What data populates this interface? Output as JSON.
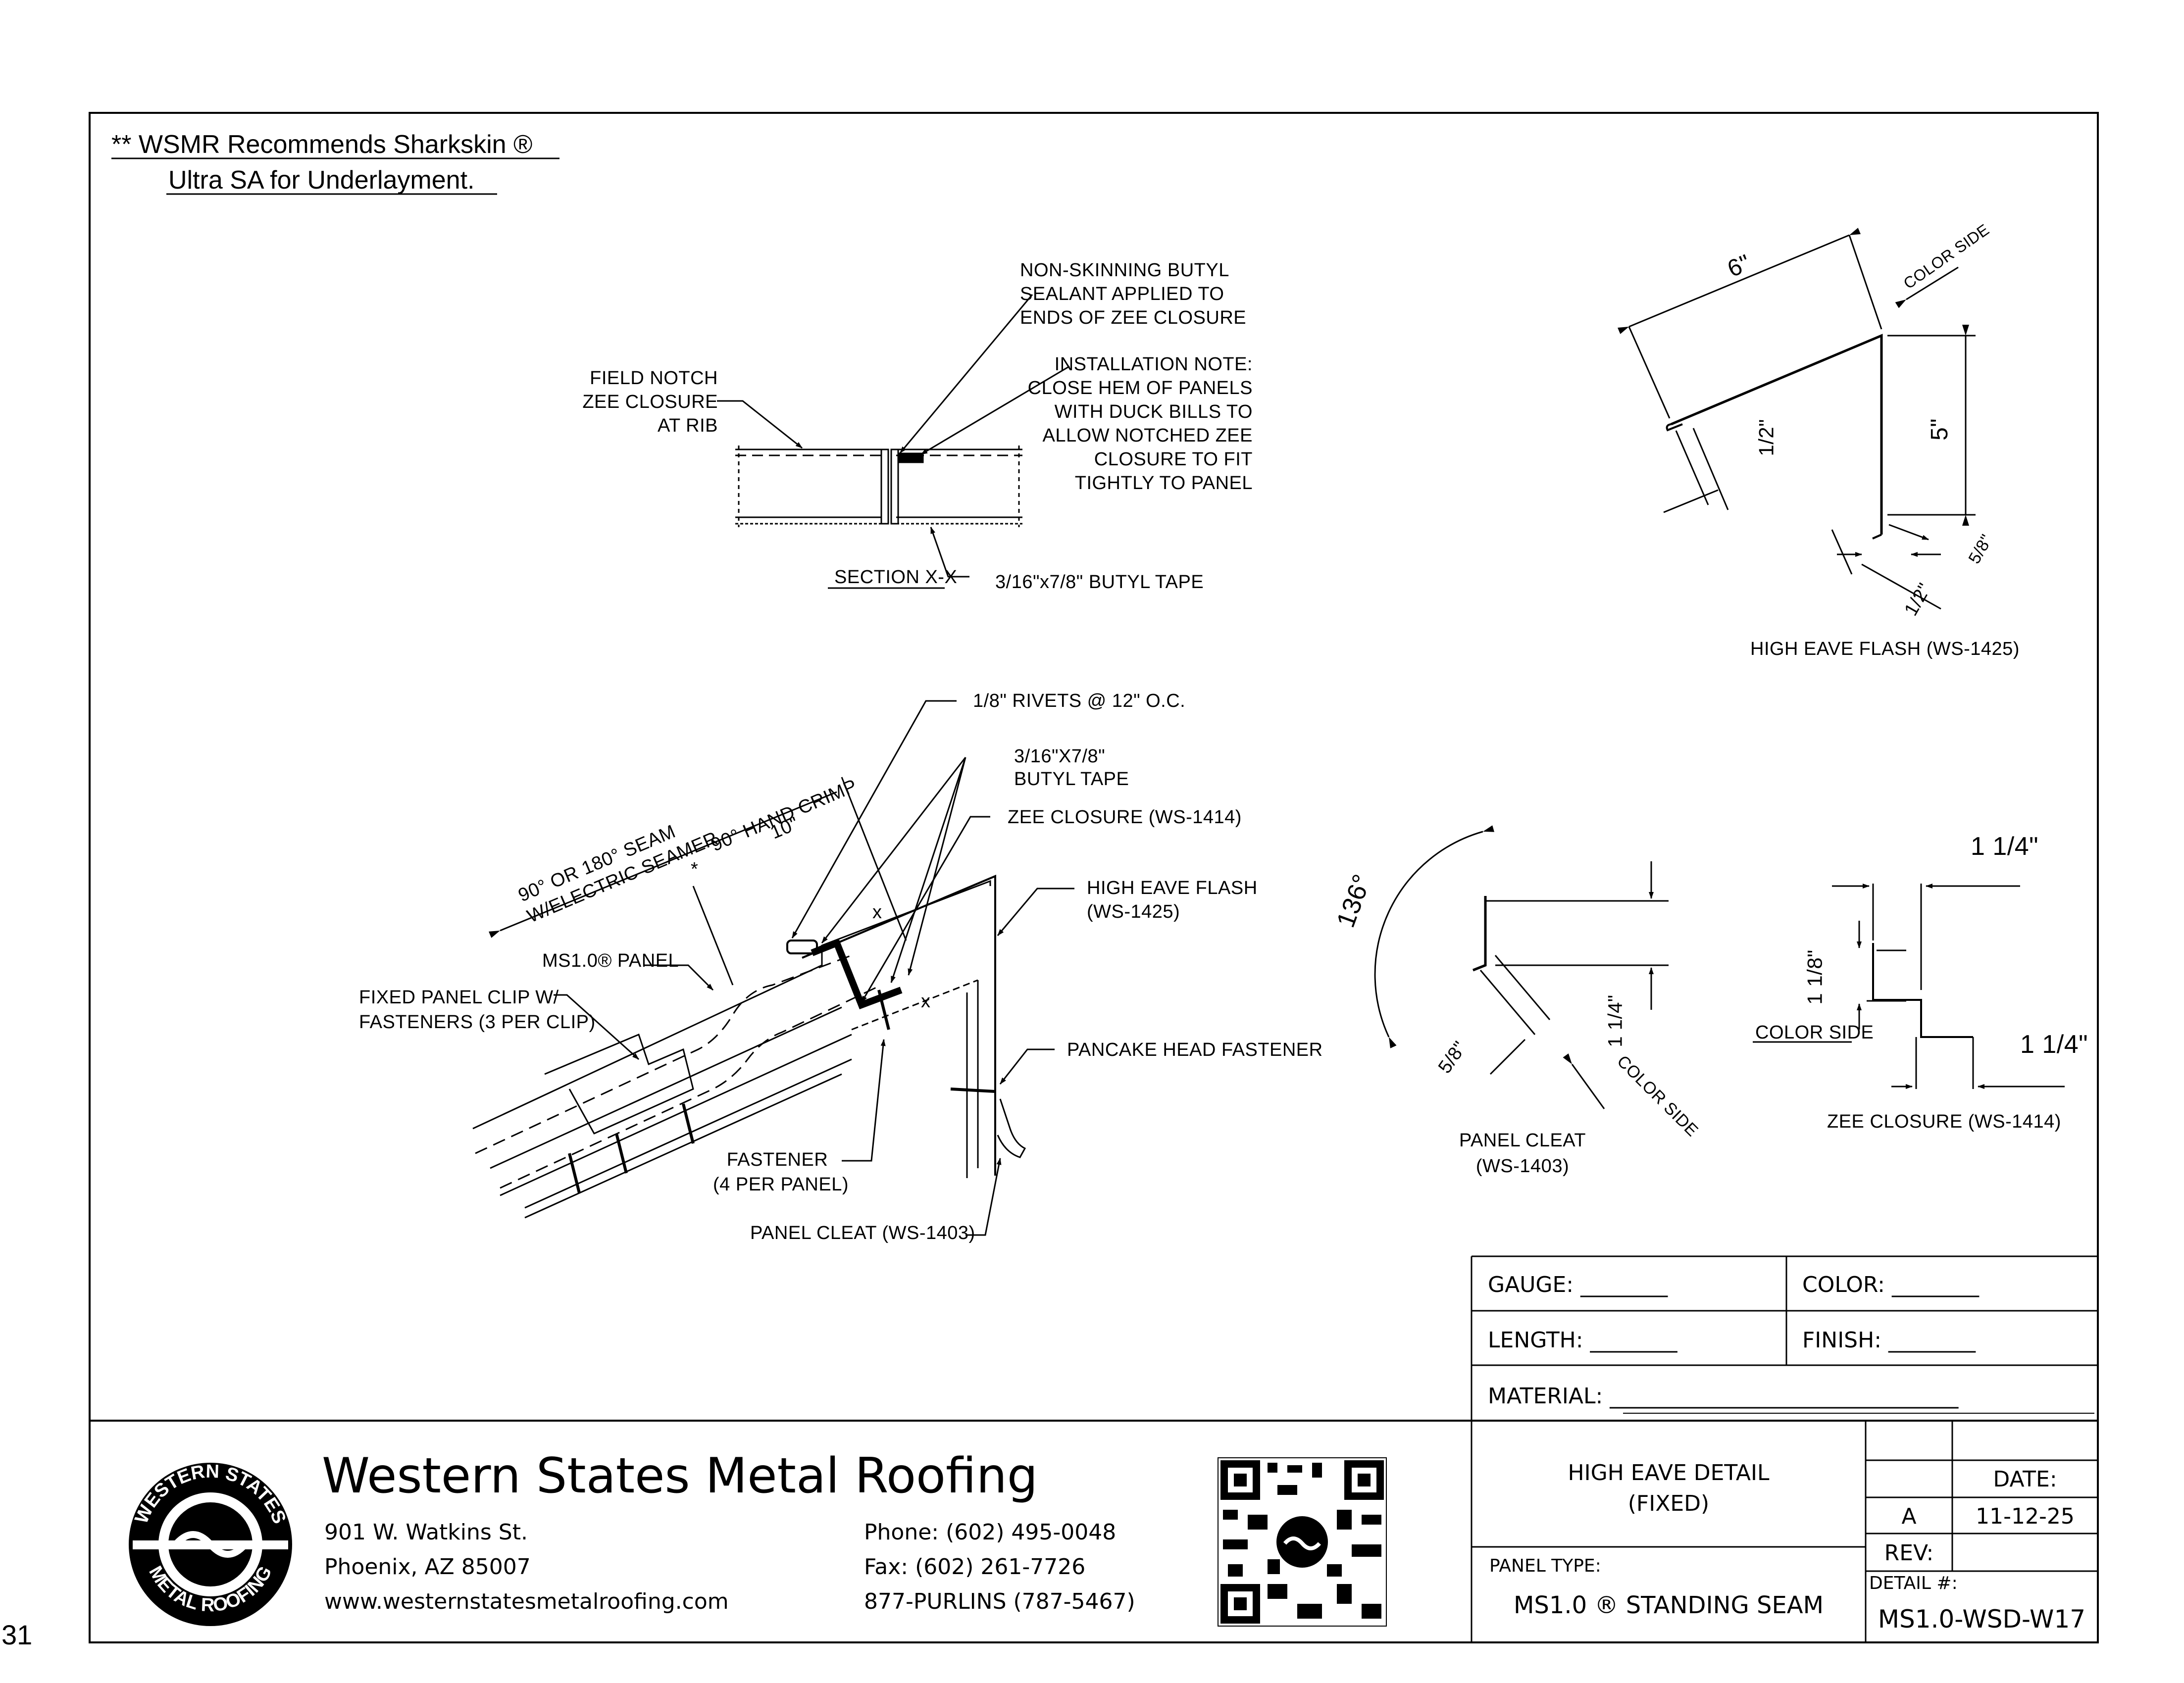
{
  "page_number": "31",
  "header_note": {
    "line1": "** WSMR Recommends Sharkskin ®",
    "line2": "Ultra SA for Underlayment."
  },
  "section_xx": {
    "title": "SECTION X-X",
    "labels": {
      "field_notch": [
        "FIELD NOTCH",
        "ZEE CLOSURE",
        "AT RIB"
      ],
      "butyl_sealant": [
        "NON-SKINNING BUTYL",
        "SEALANT APPLIED TO",
        "ENDS OF ZEE CLOSURE"
      ],
      "install_note": [
        "INSTALLATION NOTE:",
        "CLOSE HEM OF PANELS",
        "WITH DUCK BILLS TO",
        "ALLOW NOTCHED ZEE",
        "CLOSURE TO FIT",
        "TIGHTLY TO PANEL"
      ],
      "butyl_tape": "3/16\"x7/8\" BUTYL TAPE"
    }
  },
  "main_detail": {
    "labels": {
      "rivets": "1/8\" RIVETS @ 12\" O.C.",
      "butyl_tape": [
        "3/16\"X7/8\"",
        "BUTYL TAPE"
      ],
      "zee_closure": "ZEE CLOSURE (WS-1414)",
      "high_eave_flash": [
        "HIGH EAVE FLASH",
        "(WS-1425)"
      ],
      "pancake": "PANCAKE HEAD FASTENER",
      "fixed_clip": [
        "FIXED PANEL CLIP W/",
        "FASTENERS (3 PER CLIP)"
      ],
      "panel": "MS1.0® PANEL",
      "fastener": [
        "FASTENER",
        "(4 PER PANEL)"
      ],
      "panel_cleat": "PANEL CLEAT (WS-1403)",
      "seam": [
        "90° OR 180° SEAM",
        "W/ELECTRIC SEAMER"
      ],
      "hand_crimp": "90° HAND CRIMP",
      "ten": "10\"",
      "x_mark": "x",
      "star": "*"
    }
  },
  "high_eave_flash_detail": {
    "caption": "HIGH EAVE FLASH (WS-1425)",
    "dims": {
      "six": "6\"",
      "five": "5\"",
      "half": "1/2\"",
      "five_eighths": "5/8\"",
      "color_side": "COLOR SIDE"
    }
  },
  "panel_cleat_detail": {
    "caption": [
      "PANEL CLEAT",
      "(WS-1403)"
    ],
    "dims": {
      "angle": "136°",
      "five_eighths": "5/8\"",
      "one_quarter": "1 1/4\"",
      "color_side": "COLOR SIDE"
    }
  },
  "zee_closure_detail": {
    "caption": "ZEE CLOSURE (WS-1414)",
    "dims": {
      "top": "1 1/4\"",
      "bottom": "1 1/4\"",
      "mid": "1 1/8\"",
      "color_side": "COLOR SIDE"
    }
  },
  "spec_fields": {
    "gauge": "GAUGE: ________",
    "color": "COLOR: ________",
    "length": "LENGTH: ________",
    "finish": "FINISH: ________",
    "material": "MATERIAL: ________________________________"
  },
  "company": {
    "name": "Western States Metal Roofing",
    "address1": "901 W. Watkins St.",
    "address2": "Phoenix, AZ 85007",
    "website": "www.westernstatesmetalroofing.com",
    "phone": "Phone: (602) 495-0048",
    "fax": "Fax: (602) 261-7726",
    "purlins": "877-PURLINS (787-5467)",
    "logo_text_top": "WESTERN STATES",
    "logo_text_bottom": "METAL ROOFING"
  },
  "title_block": {
    "title_line1": "HIGH EAVE DETAIL",
    "title_line2": "(FIXED)",
    "panel_type_label": "PANEL TYPE:",
    "panel_type_value": "MS1.0 ® STANDING SEAM",
    "date_label": "DATE:",
    "rev_letter": "A",
    "date_value": "11-12-25",
    "rev_label": "REV:",
    "detail_label": "DETAIL #:",
    "detail_value": "MS1.0-WSD-W17"
  },
  "icons": {
    "logo": "company-logo-icon",
    "qr": "qr-code-icon"
  }
}
